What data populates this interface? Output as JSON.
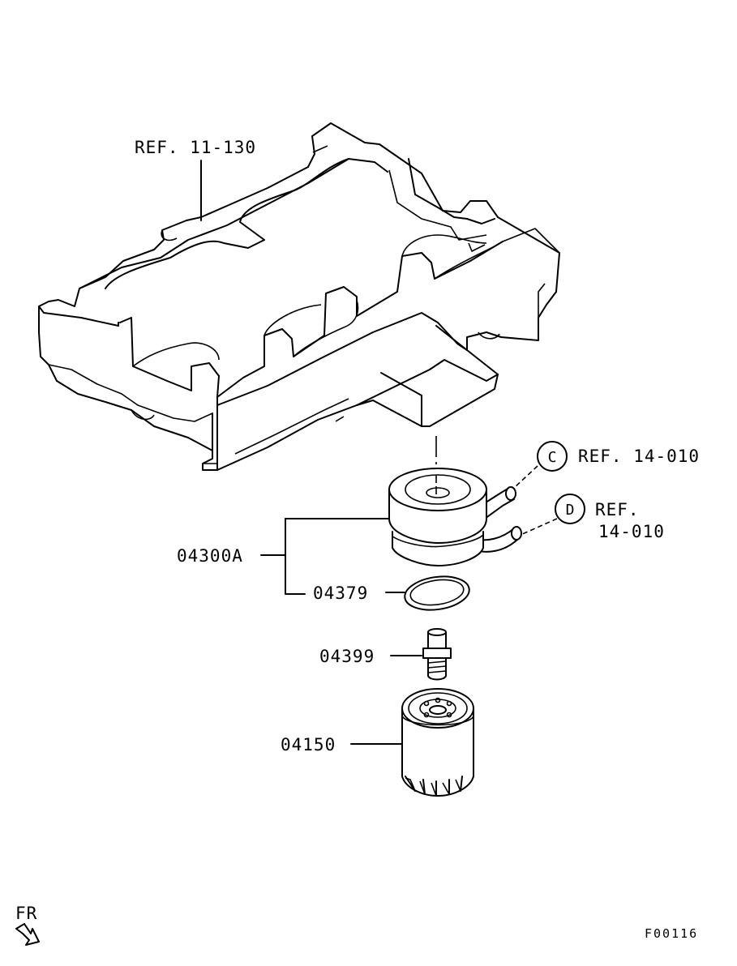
{
  "drawing": {
    "refs": {
      "block_ref": "REF. 11-130",
      "c_marker": "C",
      "c_ref": "REF. 14-010",
      "d_marker": "D",
      "d_ref_line1": "REF.",
      "d_ref_line2": "14-010"
    },
    "parts": {
      "cooler": "04300A",
      "gasket": "04379",
      "bolt": "04399",
      "filter": "04150"
    },
    "direction_label": "FR",
    "figure_code": "F00116"
  }
}
